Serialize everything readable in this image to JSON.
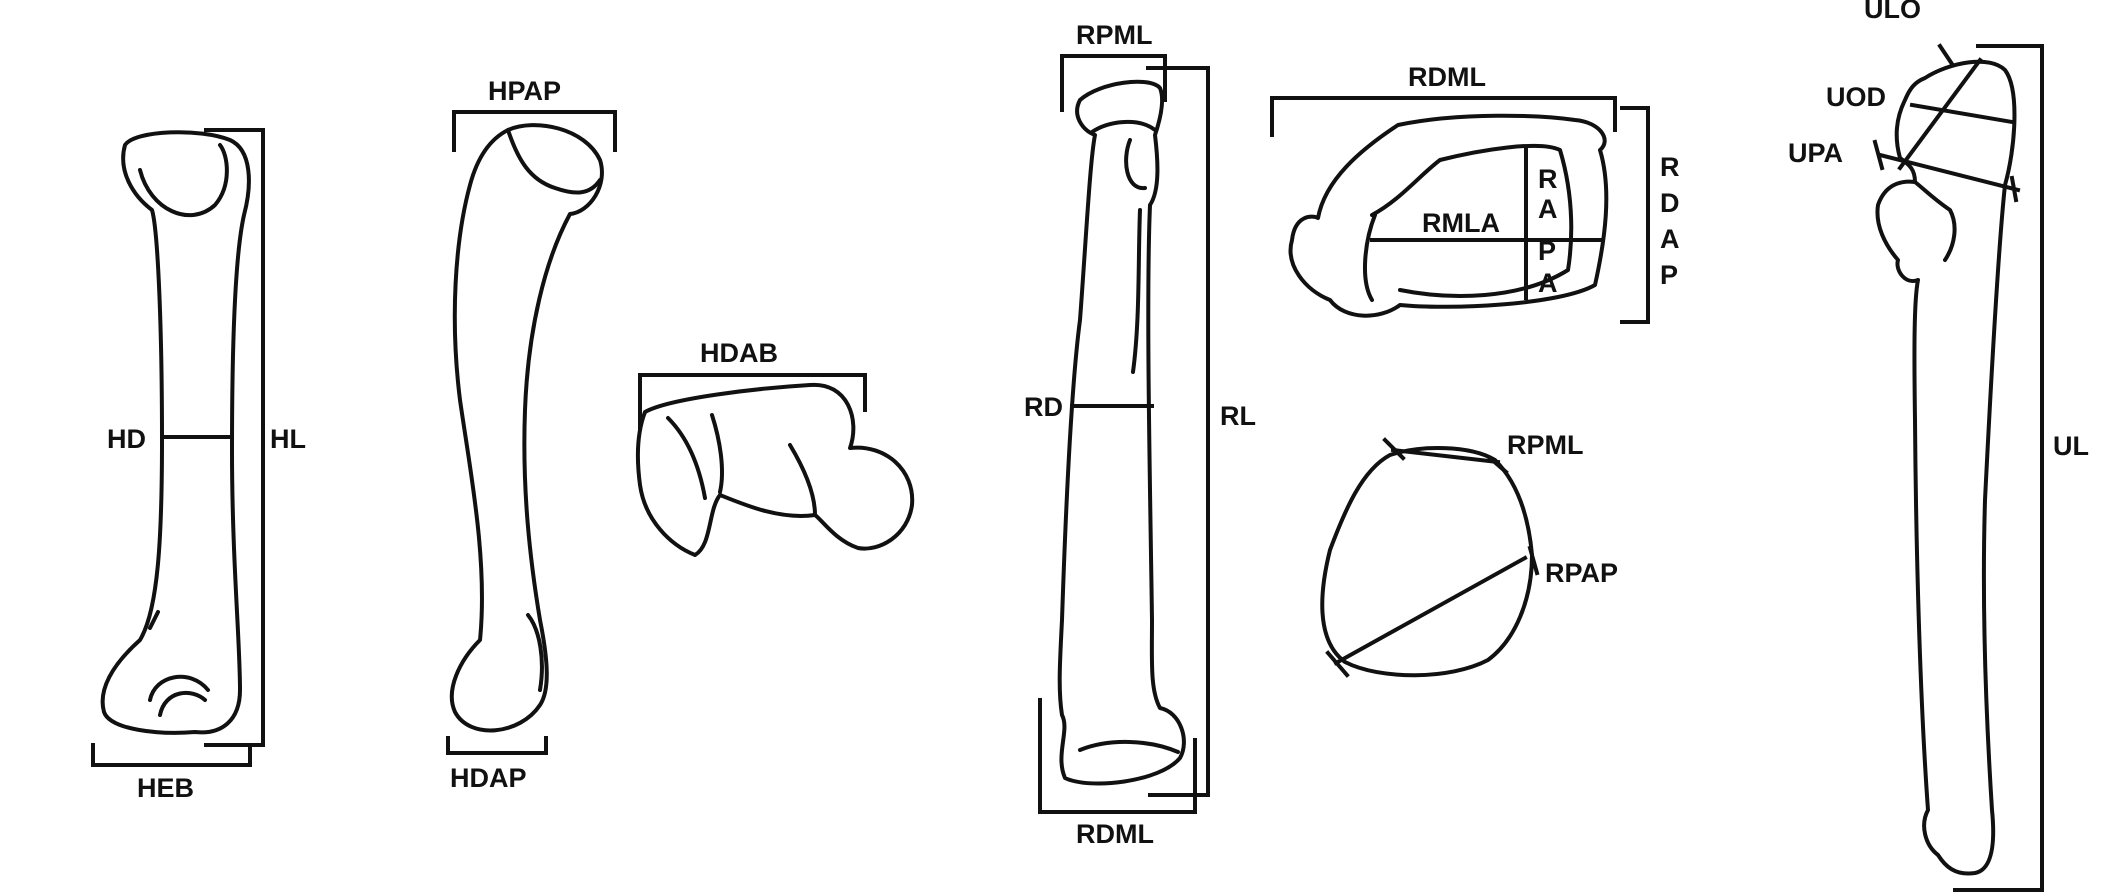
{
  "colors": {
    "ink": "#111111",
    "background": "#ffffff"
  },
  "humerus_anterior": {
    "length_label": "HL",
    "diameter_label": "HD",
    "epicondylar_breadth_label": "HEB"
  },
  "humerus_lateral": {
    "proximal_ap_label": "HPAP",
    "distal_ap_label": "HDAP"
  },
  "humerus_distal": {
    "articular_breadth_label": "HDAB"
  },
  "radius": {
    "proximal_ml_label": "RPML",
    "diameter_label": "RD",
    "length_label": "RL",
    "distal_ml_label": "RDML",
    "distal_view": {
      "distal_ml_label": "RDML",
      "distal_ap_label": "RDAP",
      "ml_articular_label": "RMLA",
      "ap_articular_label": "RAPA"
    },
    "proximal_view": {
      "proximal_ml_label": "RPML",
      "proximal_ap_label": "RPAP"
    }
  },
  "ulna": {
    "olecranon_label": "ULO",
    "olecranon_depth_label": "UOD",
    "proximal_articular_label": "UPA",
    "length_label": "UL"
  }
}
